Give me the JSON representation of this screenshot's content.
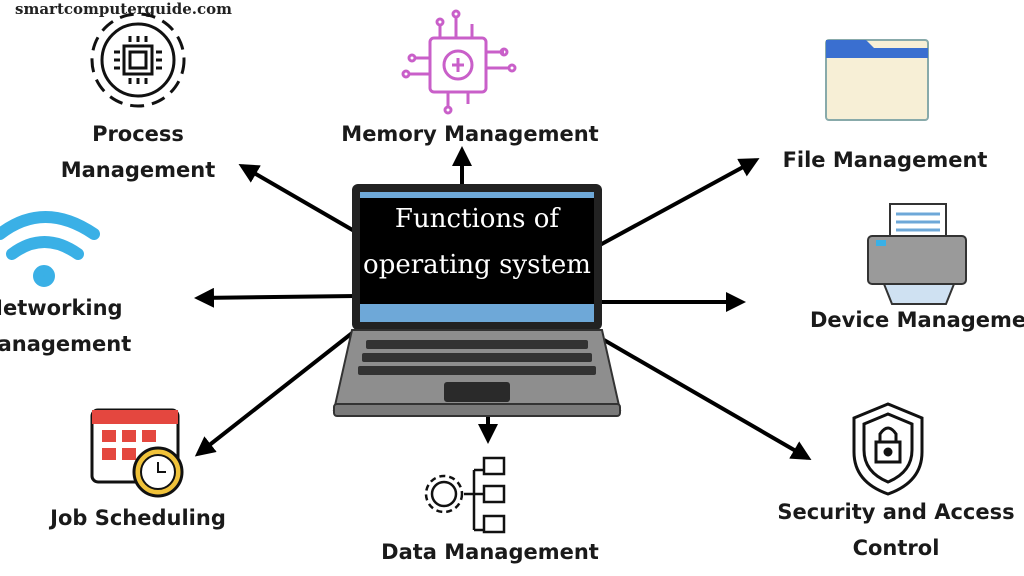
{
  "watermark": "smartcomputerguide.com",
  "center": {
    "line1": "Functions of",
    "line2": "operating system"
  },
  "functions": {
    "process": {
      "line1": "Process",
      "line2": "Management"
    },
    "memory": {
      "label": "Memory Management"
    },
    "file": {
      "label": "File Management"
    },
    "networking": {
      "line1": "Networking",
      "line2": "Management"
    },
    "device": {
      "label": "Device Management"
    },
    "job": {
      "label": "Job Scheduling"
    },
    "data": {
      "label": "Data Management"
    },
    "security": {
      "line1": "Security and Access",
      "line2": "Control"
    }
  },
  "colors": {
    "arrow": "#000000",
    "laptop_body": "#8e8e8e",
    "screen_bezel": "#6ea8d8",
    "wifi": "#3ab0e6",
    "memory_icon": "#c95fc9",
    "calendar": "#e4473f",
    "folder": "#3a6fd0"
  }
}
